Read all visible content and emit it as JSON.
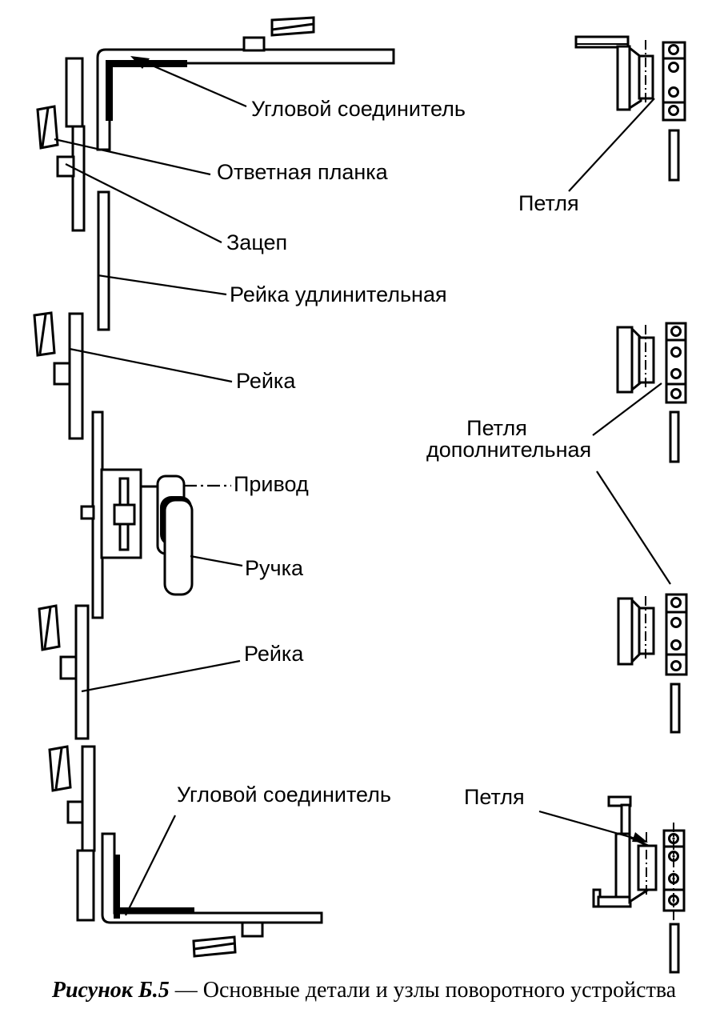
{
  "labels": {
    "corner_connector_top": "Угловой соединитель",
    "strike_plate": "Ответная планка",
    "catch": "Зацеп",
    "extension_rail": "Рейка удлинительная",
    "rail_upper": "Рейка",
    "drive": "Привод",
    "handle": "Ручка",
    "rail_lower": "Рейка",
    "corner_connector_bottom": "Угловой соединитель",
    "hinge_top": "Петля",
    "hinge_additional_line1": "Петля",
    "hinge_additional_line2": "дополнительная",
    "hinge_bottom": "Петля"
  },
  "caption": {
    "prefix": "Рисунок Б.5",
    "separator": "—",
    "text": "Основные детали и узлы поворотного устройства"
  },
  "colors": {
    "ink": "#000000",
    "background": "#ffffff"
  }
}
